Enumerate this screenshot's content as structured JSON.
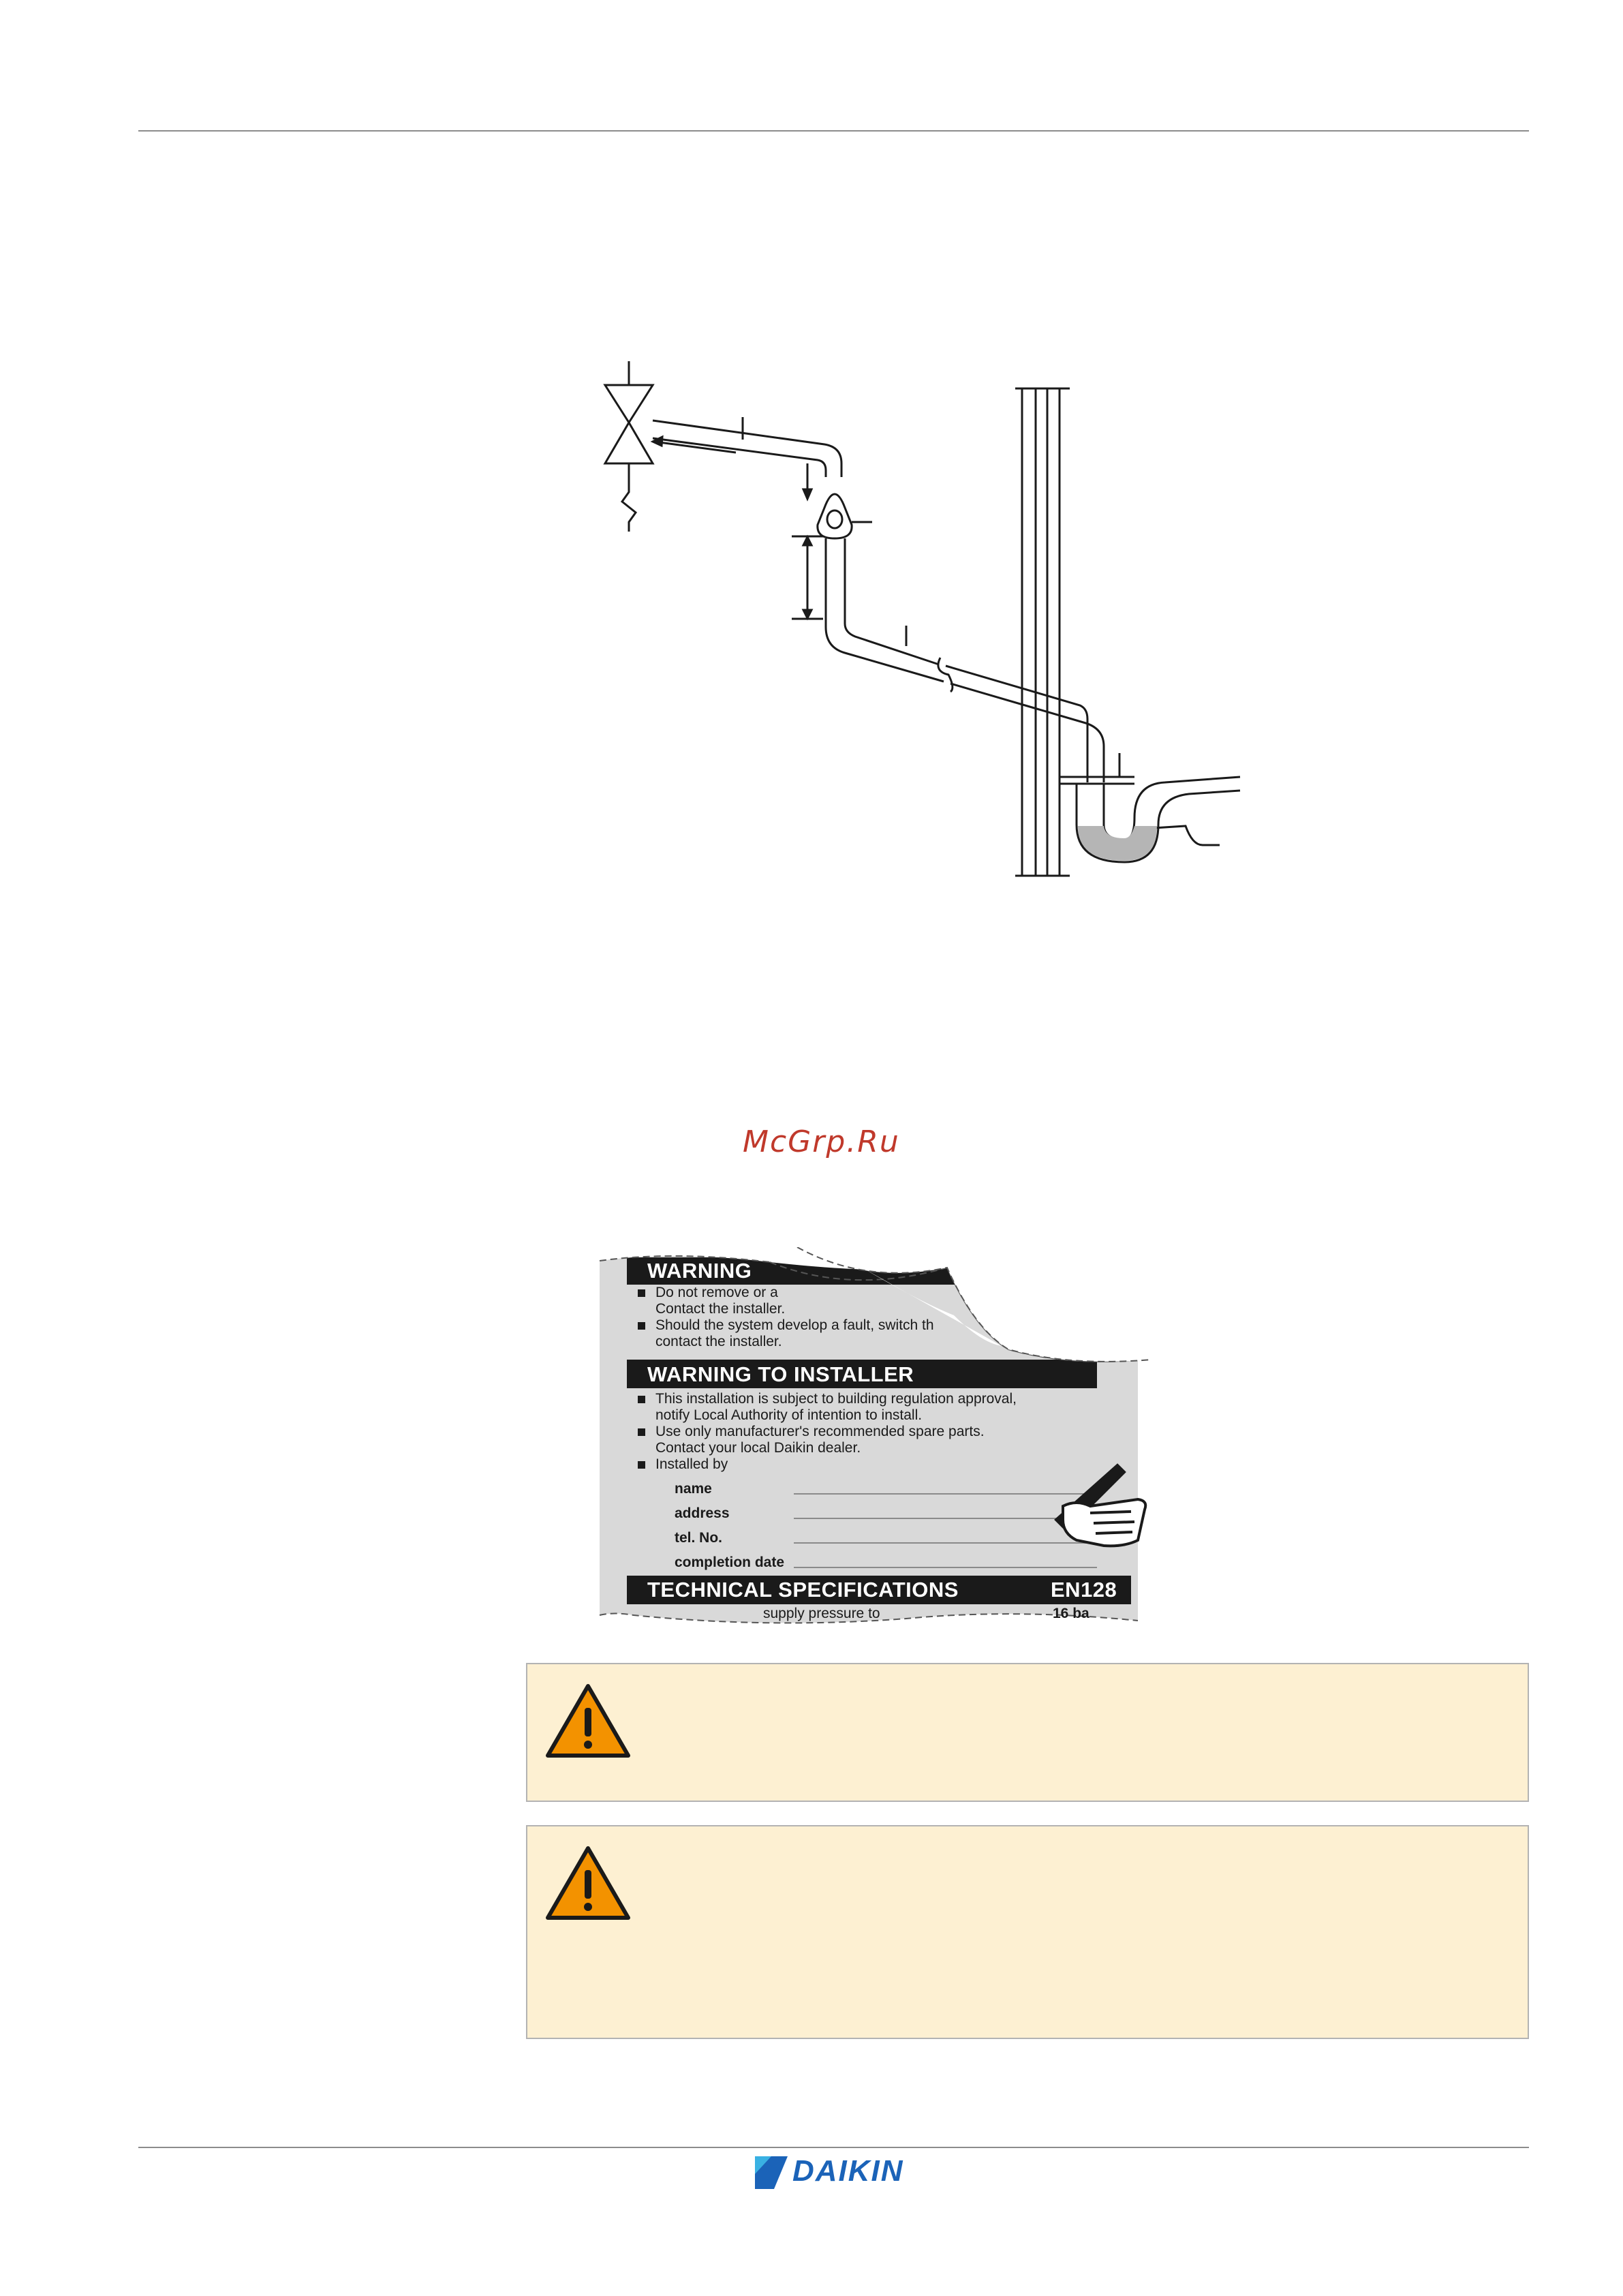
{
  "watermark": "McGrp.Ru",
  "label": {
    "warning_title": "WARNING",
    "warning_items": [
      "Do not remove or a",
      "Contact the installer.",
      "Should the system develop a fault, switch th",
      "contact the installer."
    ],
    "installer_title": "WARNING TO INSTALLER",
    "installer_items": [
      "This installation is subject to building regulation approval,",
      "notify Local Authority of intention to install.",
      "Use only manufacturer's recommended spare parts.",
      "Contact your local Daikin dealer.",
      "Installed by"
    ],
    "fields": [
      "name",
      "address",
      "tel. No.",
      "completion date"
    ],
    "tech_title": "TECHNICAL SPECIFICATIONS",
    "tech_code": "EN128",
    "tech_partial": "supply pressure to",
    "tech_value": "16  ba"
  },
  "brand": "DAIKIN",
  "colors": {
    "warning_bg": "#fdf0d2",
    "warning_icon": "#f39200",
    "brand": "#1b63b8",
    "label_grey": "#d9d9d9",
    "label_black": "#1a1a1a"
  },
  "icons": [
    "warning-triangle-icon",
    "pen-hand-icon",
    "daikin-logo-icon"
  ]
}
